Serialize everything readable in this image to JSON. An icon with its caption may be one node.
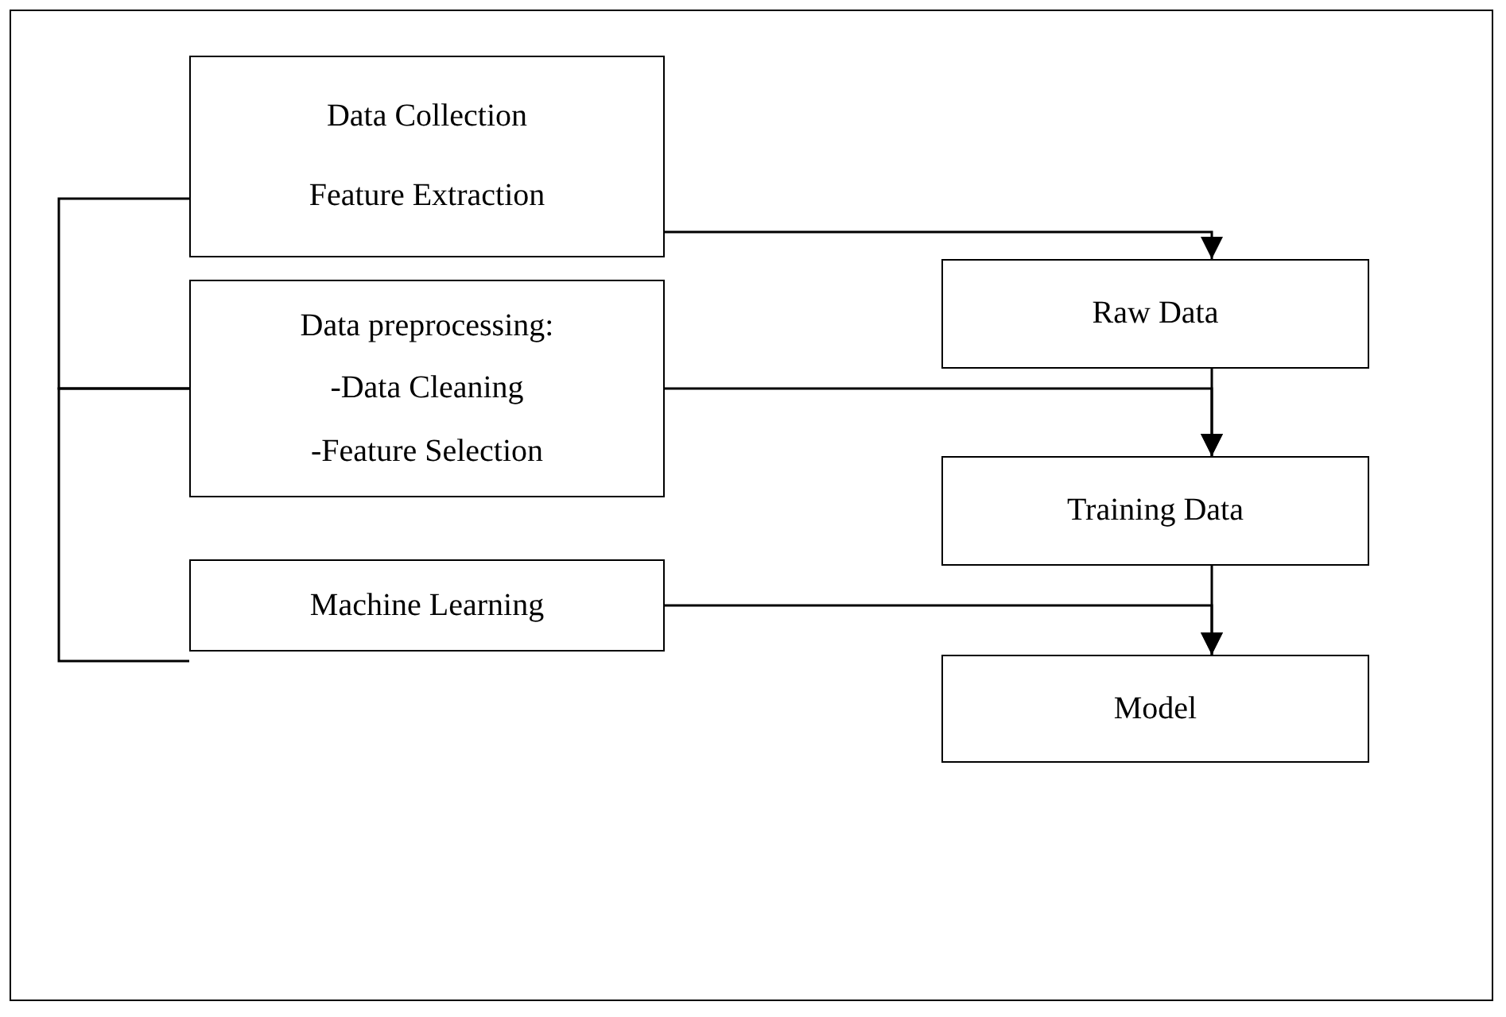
{
  "diagram": {
    "nodes": [
      {
        "text": [
          "Data Collection",
          "Feature Extraction"
        ]
      },
      {
        "text": [
          "Data preprocessing:",
          "-Data Cleaning",
          "-Feature Selection"
        ]
      },
      {
        "text": [
          "Machine Learning"
        ]
      },
      {
        "text": [
          "Raw Data"
        ]
      },
      {
        "text": [
          "Training Data"
        ]
      },
      {
        "text": [
          "Model"
        ]
      }
    ],
    "edges": [
      {
        "from": 0,
        "to": 1,
        "arrow": "none"
      },
      {
        "from": 1,
        "to": 2,
        "arrow": "none"
      },
      {
        "from": 0,
        "to": 3,
        "arrow": "to"
      },
      {
        "from": 3,
        "to": 4,
        "arrow": "to"
      },
      {
        "from": 1,
        "to": 4,
        "arrow": "to"
      },
      {
        "from": 4,
        "to": 5,
        "arrow": "to"
      },
      {
        "from": 2,
        "to": 5,
        "arrow": "to"
      }
    ]
  }
}
